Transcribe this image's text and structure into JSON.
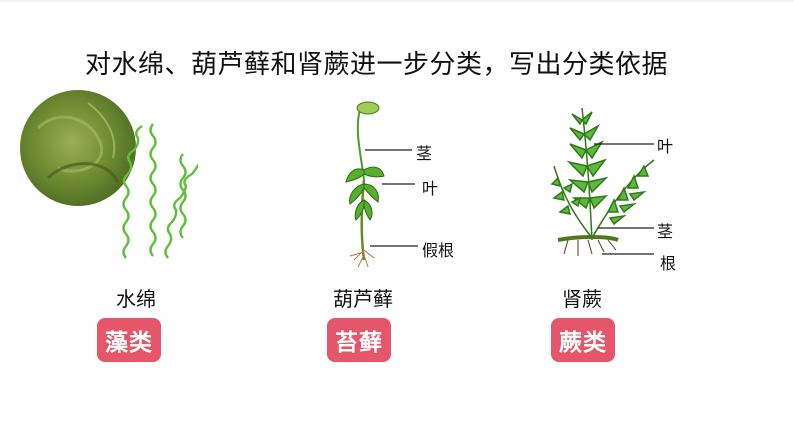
{
  "heading": "对水绵、葫芦藓和肾蕨进一步分类，写出分类依据",
  "plants": [
    {
      "name": "水绵",
      "category": "藻类"
    },
    {
      "name": "葫芦藓",
      "category": "苔藓",
      "parts": [
        "茎",
        "叶",
        "假根"
      ]
    },
    {
      "name": "肾蕨",
      "category": "蕨类",
      "parts": [
        "叶",
        "茎",
        "根"
      ]
    }
  ],
  "colors": {
    "badge": "#e5566a",
    "plant_green": "#3f9a2b"
  }
}
